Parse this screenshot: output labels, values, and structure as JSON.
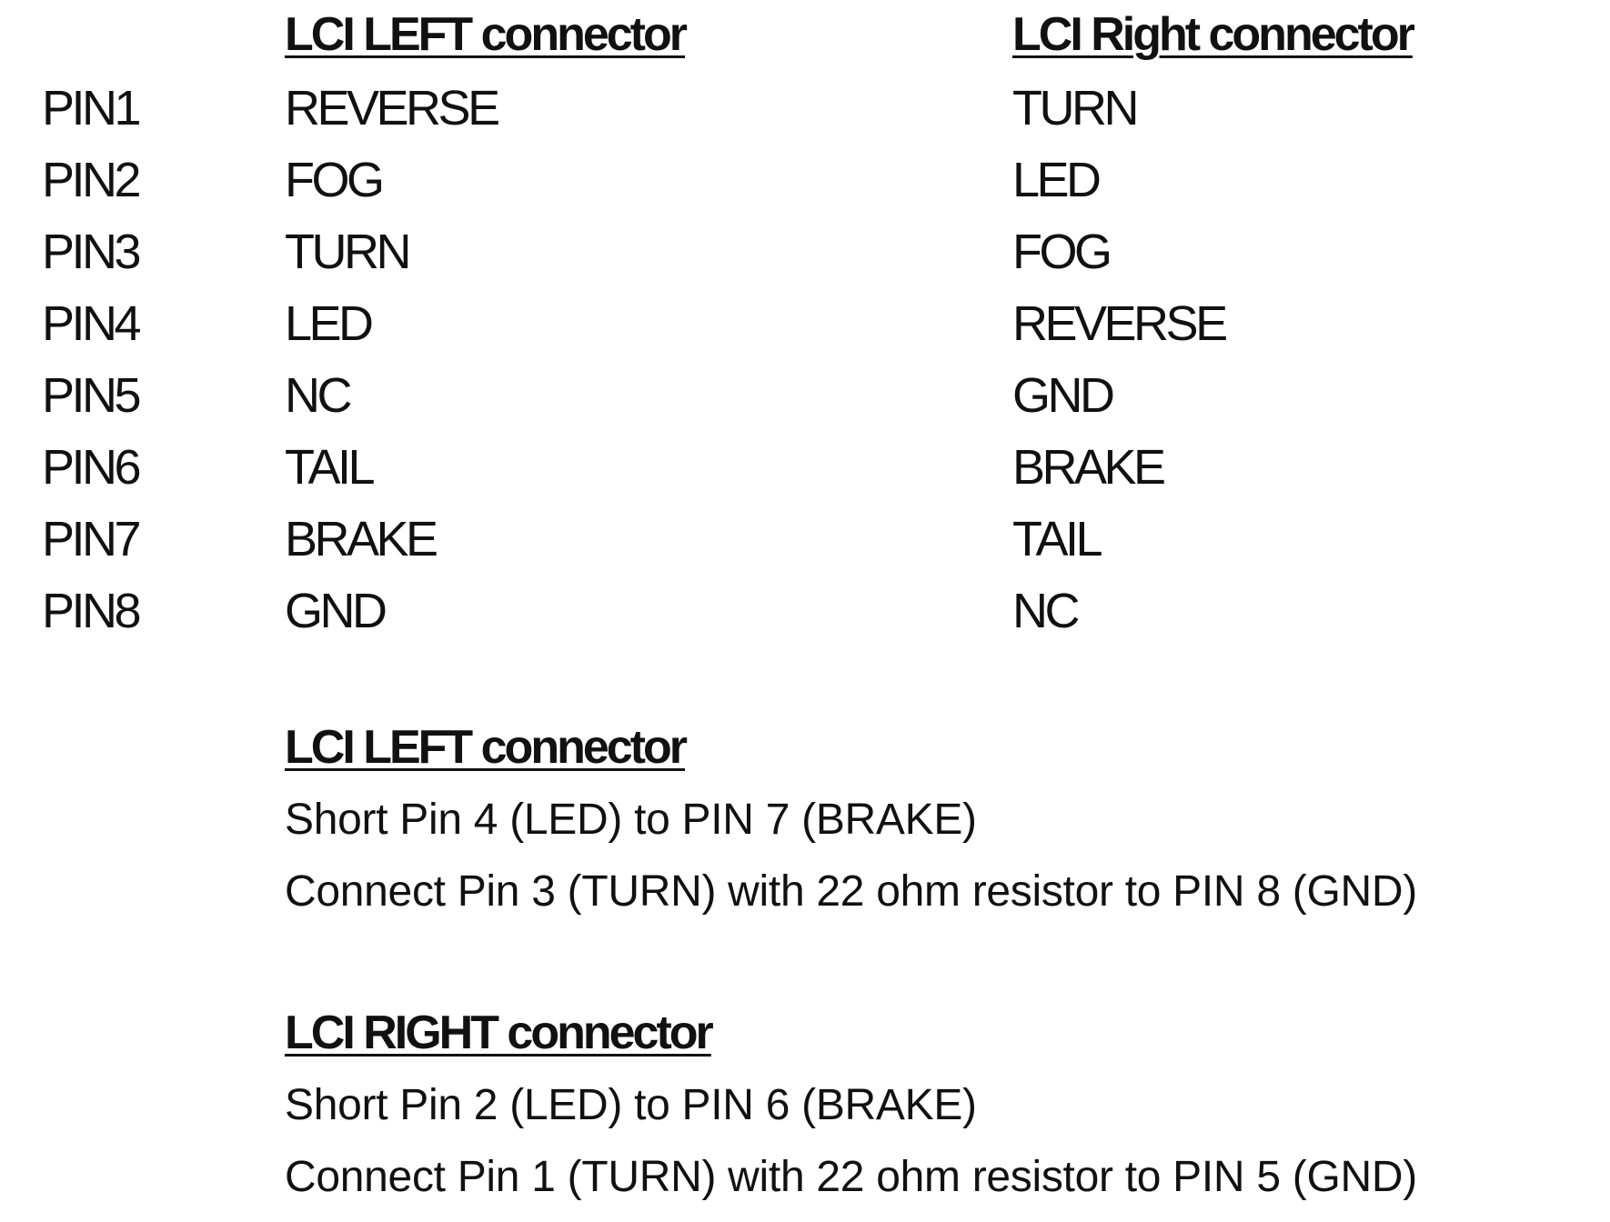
{
  "table": {
    "left_header": "LCI LEFT connector",
    "right_header": "LCI Right connector",
    "rows": [
      {
        "pin": "PIN1",
        "left": "REVERSE",
        "right": "TURN"
      },
      {
        "pin": "PIN2",
        "left": "FOG",
        "right": "LED"
      },
      {
        "pin": "PIN3",
        "left": "TURN",
        "right": "FOG"
      },
      {
        "pin": "PIN4",
        "left": "LED",
        "right": "REVERSE"
      },
      {
        "pin": "PIN5",
        "left": "NC",
        "right": "GND"
      },
      {
        "pin": "PIN6",
        "left": "TAIL",
        "right": "BRAKE"
      },
      {
        "pin": "PIN7",
        "left": "BRAKE",
        "right": "TAIL"
      },
      {
        "pin": "PIN8",
        "left": "GND",
        "right": "NC"
      }
    ]
  },
  "instructions": [
    {
      "title": "LCI LEFT connector",
      "lines": [
        "Short Pin 4 (LED) to PIN 7 (BRAKE)",
        "Connect Pin 3 (TURN) with 22 ohm resistor to PIN 8 (GND)"
      ]
    },
    {
      "title": "LCI RIGHT connector",
      "lines": [
        "Short Pin 2 (LED) to PIN 6 (BRAKE)",
        "Connect Pin 1 (TURN) with 22 ohm resistor to PIN 5 (GND)"
      ]
    }
  ]
}
